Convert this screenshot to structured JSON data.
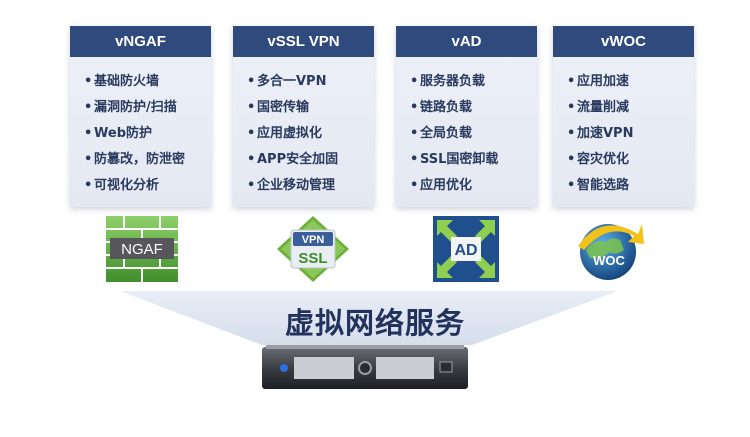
{
  "cards": [
    {
      "title": "vNGAF",
      "items": [
        "基础防火墙",
        "漏洞防护/扫描",
        "Web防护",
        "防篡改，防泄密",
        "可视化分析"
      ]
    },
    {
      "title": "vSSL VPN",
      "items": [
        "多合一VPN",
        "国密传输",
        "应用虚拟化",
        "APP安全加固",
        "企业移动管理"
      ]
    },
    {
      "title": "vAD",
      "items": [
        "服务器负载",
        "链路负载",
        "全局负载",
        "SSL国密卸载",
        "应用优化"
      ]
    },
    {
      "title": "vWOC",
      "items": [
        "应用加速",
        "流量削减",
        "加速VPN",
        "容灾优化",
        "智能选路"
      ]
    }
  ],
  "icons": {
    "ngaf_text": "NGAF",
    "vpn_text": "VPN",
    "ssl_text": "SSL",
    "ad_text": "AD",
    "woc_text": "WOC"
  },
  "service_title": "虚拟网络服务",
  "colors": {
    "header": "#2f4a7c",
    "text": "#2a3a5e",
    "title": "#23325c",
    "funnel": "#dfe5f0"
  }
}
